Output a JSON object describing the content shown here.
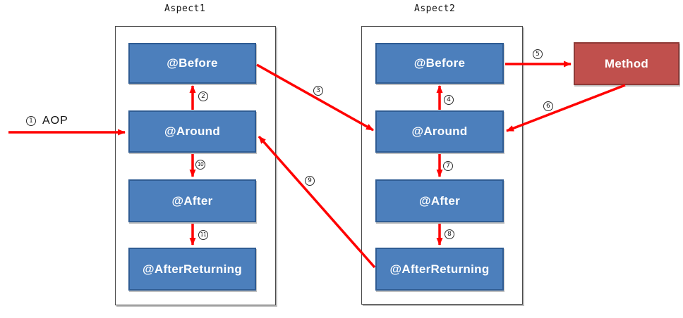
{
  "aspect1": {
    "title": "Aspect1",
    "nodes": [
      "@Before",
      "@Around",
      "@After",
      "@AfterReturning"
    ]
  },
  "aspect2": {
    "title": "Aspect2",
    "nodes": [
      "@Before",
      "@Around",
      "@After",
      "@AfterReturning"
    ]
  },
  "method_label": "Method",
  "edges": [
    {
      "num": "1",
      "label": "AOP",
      "from": "entry",
      "to": "aspect1/@Around"
    },
    {
      "num": "2",
      "from": "aspect1/@Around",
      "to": "aspect1/@Before"
    },
    {
      "num": "3",
      "from": "aspect1/@Before",
      "to": "aspect2/@Around"
    },
    {
      "num": "4",
      "from": "aspect2/@Around",
      "to": "aspect2/@Before"
    },
    {
      "num": "5",
      "from": "aspect2/@Before",
      "to": "Method"
    },
    {
      "num": "6",
      "from": "Method",
      "to": "aspect2/@Around"
    },
    {
      "num": "7",
      "from": "aspect2/@Around",
      "to": "aspect2/@After"
    },
    {
      "num": "8",
      "from": "aspect2/@After",
      "to": "aspect2/@AfterReturning"
    },
    {
      "num": "9",
      "from": "aspect2/@AfterReturning",
      "to": "aspect1/@Around"
    },
    {
      "num": "10",
      "from": "aspect1/@Around",
      "to": "aspect1/@After"
    },
    {
      "num": "11",
      "from": "aspect1/@After",
      "to": "aspect1/@AfterReturning"
    }
  ],
  "colors": {
    "node_fill": "#4C7FBC",
    "node_border": "#2F5C93",
    "method_fill": "#C0504D",
    "method_border": "#8E3A37",
    "arrow": "#FF0000",
    "container_border": "#4A4A4A"
  }
}
